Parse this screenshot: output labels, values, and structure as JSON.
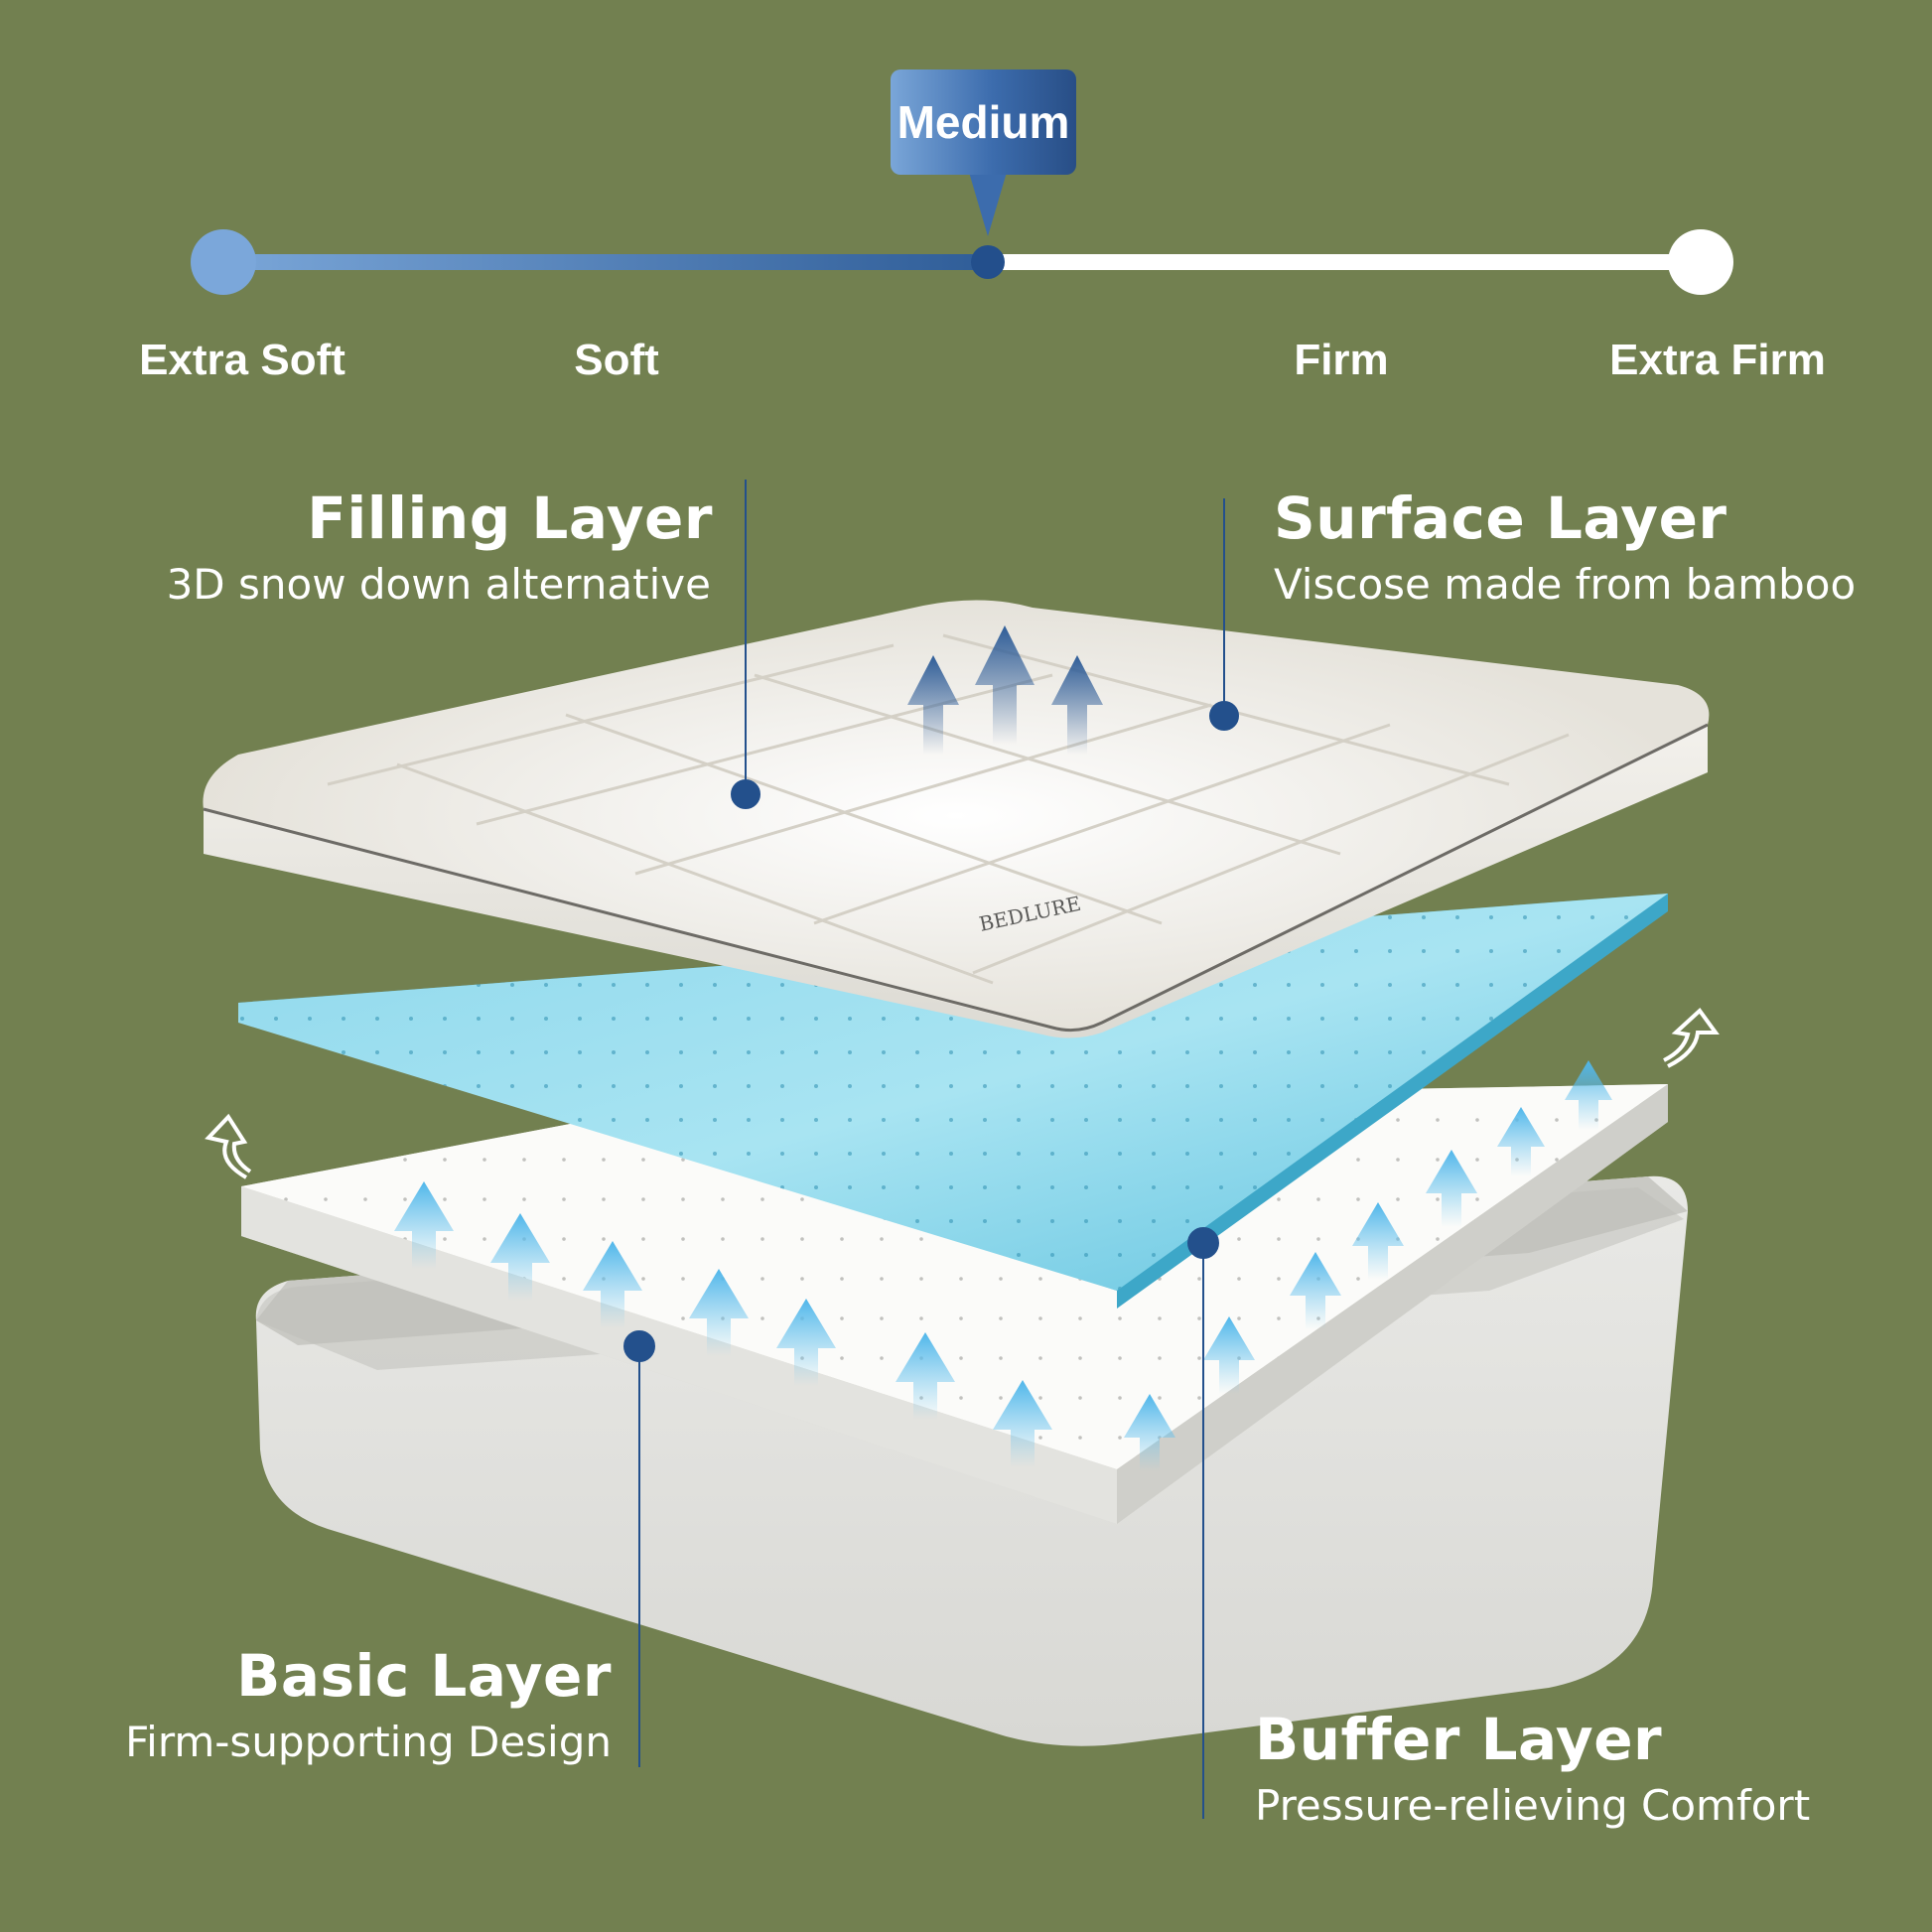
{
  "firmness_scale": {
    "selected_label": "Medium",
    "selected_position": 0.5,
    "labels": [
      "Extra Soft",
      "Soft",
      "Firm",
      "Extra Firm"
    ]
  },
  "layers": {
    "filling": {
      "title": "Filling Layer",
      "subtitle": "3D snow down alternative"
    },
    "surface": {
      "title": "Surface Layer",
      "subtitle": "Viscose made from bamboo"
    },
    "basic": {
      "title": "Basic Layer",
      "subtitle": "Firm-supporting Design"
    },
    "buffer": {
      "title": "Buffer Layer",
      "subtitle": "Pressure-relieving Comfort"
    }
  },
  "brand": {
    "logo_text": "BEDLURE"
  },
  "colors": {
    "background": "#728050",
    "scale_filled": "#3c6cad",
    "scale_empty": "#ffffff",
    "marker_dot": "#23508c",
    "gel_foam": "#7fd0e6",
    "airflow_arrow": "#6cc6f0"
  }
}
